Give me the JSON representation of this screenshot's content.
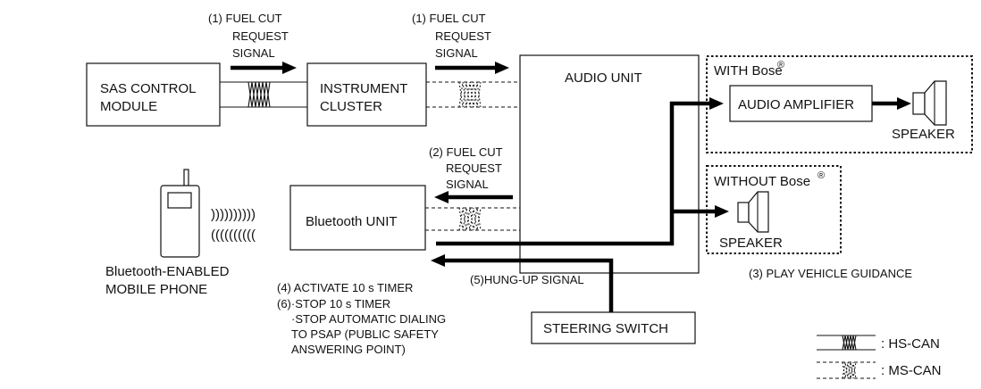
{
  "boxes": {
    "sas_control_module": [
      "SAS CONTROL",
      "MODULE"
    ],
    "instrument_cluster": [
      "INSTRUMENT",
      "CLUSTER"
    ],
    "audio_unit": "AUDIO UNIT",
    "audio_amplifier": "AUDIO AMPLIFIER",
    "bluetooth_unit": "Bluetooth UNIT",
    "steering_switch": "STEERING SWITCH"
  },
  "groups": {
    "with_bose": "WITH Bose",
    "without_bose": "WITHOUT Bose",
    "registered_mark": "®"
  },
  "speakers": {
    "with_bose": "SPEAKER",
    "without_bose": "SPEAKER"
  },
  "phone": {
    "label": [
      "Bluetooth-ENABLED",
      "MOBILE PHONE"
    ],
    "waves_out": "))))))))))",
    "waves_in": "(((((((((("
  },
  "signals": {
    "fuel_cut_1a": [
      "(1) FUEL CUT",
      "REQUEST",
      "SIGNAL"
    ],
    "fuel_cut_1b": [
      "(1) FUEL CUT",
      "REQUEST",
      "SIGNAL"
    ],
    "fuel_cut_2": [
      "(2) FUEL CUT",
      "REQUEST",
      "SIGNAL"
    ],
    "hung_up": "(5)HUNG-UP SIGNAL",
    "play_guidance": "(3) PLAY VEHICLE GUIDANCE"
  },
  "notes": {
    "activate_timer": "(4) ACTIVATE 10 s TIMER",
    "stop": [
      "(6)·STOP 10 s TIMER",
      "·STOP AUTOMATIC DIALING",
      "TO PSAP (PUBLIC SAFETY",
      "ANSWERING POINT)"
    ]
  },
  "legend": {
    "hs_can": ": HS-CAN",
    "ms_can": ": MS-CAN"
  }
}
